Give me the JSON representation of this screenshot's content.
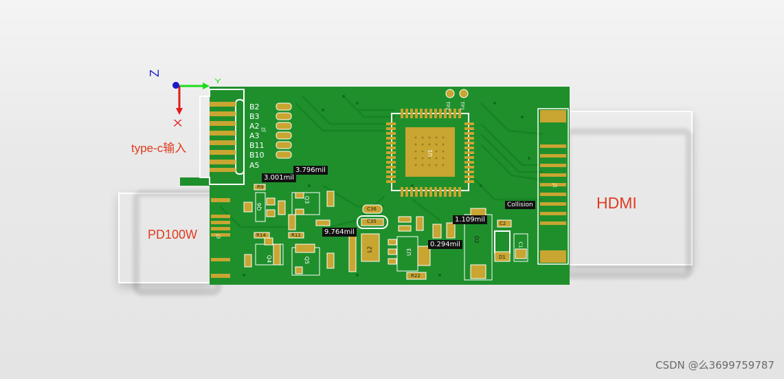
{
  "labels": {
    "typec": "type-c输入",
    "pd": "PD100W",
    "hdmi": "HDMI"
  },
  "axis": {
    "z": "Z",
    "y": "Y",
    "x": "X"
  },
  "pins": [
    "B2",
    "B3",
    "A2",
    "A3",
    "B11",
    "B10",
    "A5"
  ],
  "measurements": {
    "m1": "3.796mil",
    "m2": "3.001mil",
    "m3": "9.764mil",
    "m4": "1.109mil",
    "m5": "0.294mil",
    "collision": "Collision"
  },
  "designators": {
    "J2": "J2",
    "J1": "J1",
    "J3": "J3",
    "U1": "U1",
    "U3": "U3",
    "TP1": "TP1",
    "TP2": "TP2",
    "Q3": "Q3",
    "Q4": "Q4",
    "Q5": "Q5",
    "Q6": "Q6",
    "L2": "L2",
    "D1": "D1",
    "D2": "D2",
    "C1": "C1",
    "C2": "C2",
    "C35": "C35",
    "C36": "C36",
    "R22": "R22",
    "R9": "R9",
    "R14": "R14",
    "R11": "R11"
  },
  "colors": {
    "board": "#1f8f2c",
    "pad": "#c9a531",
    "label": "#e03a1e"
  },
  "watermark": "CSDN @么3699759787"
}
